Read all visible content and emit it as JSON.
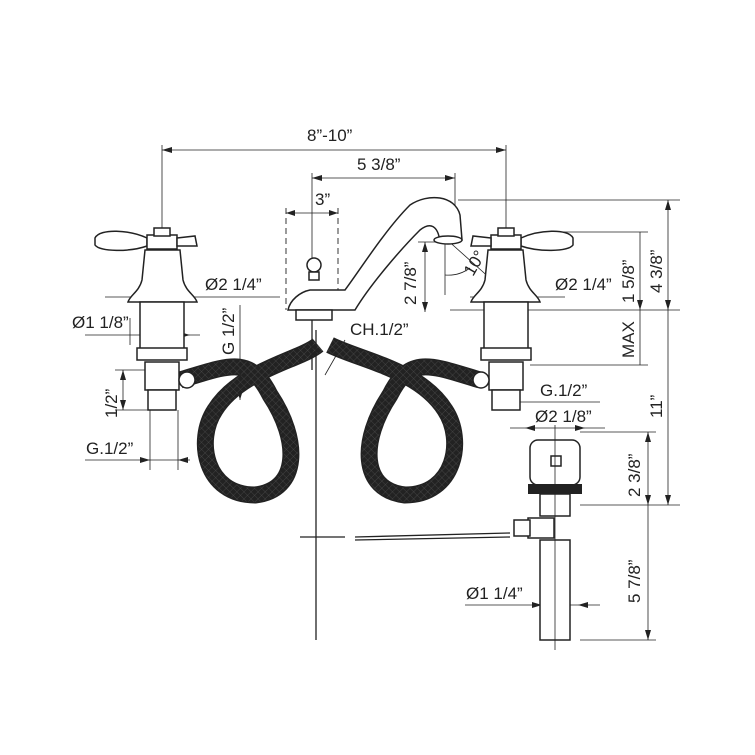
{
  "dimensions": {
    "faucet_spread": "8”-10”",
    "spout_reach": "5 3/8”",
    "spout_base_width": "3”",
    "spout_outlet_height": "2 7/8”",
    "spout_angle": "10°",
    "handle_base_dia_left": "Ø2 1/4”",
    "handle_base_dia_right": "Ø2 1/4”",
    "handle_height": "1 5/8”",
    "overall_height": "4 3/8”",
    "shank_dia": "Ø1 1/8”",
    "left_connection": "G.1/2”",
    "center_connection": "G 1/2”",
    "shank_thread": "CH.1/2”",
    "max_deck_thickness": "MAX",
    "offset": "1/2”",
    "hose_length": "11”",
    "drain_connection": "G.1/2”",
    "drain_flange_dia": "Ø2 1/8”",
    "drain_body_height": "2 3/8”",
    "tailpiece_dia": "Ø1 1/4”",
    "tailpiece_length": "5 7/8”"
  }
}
